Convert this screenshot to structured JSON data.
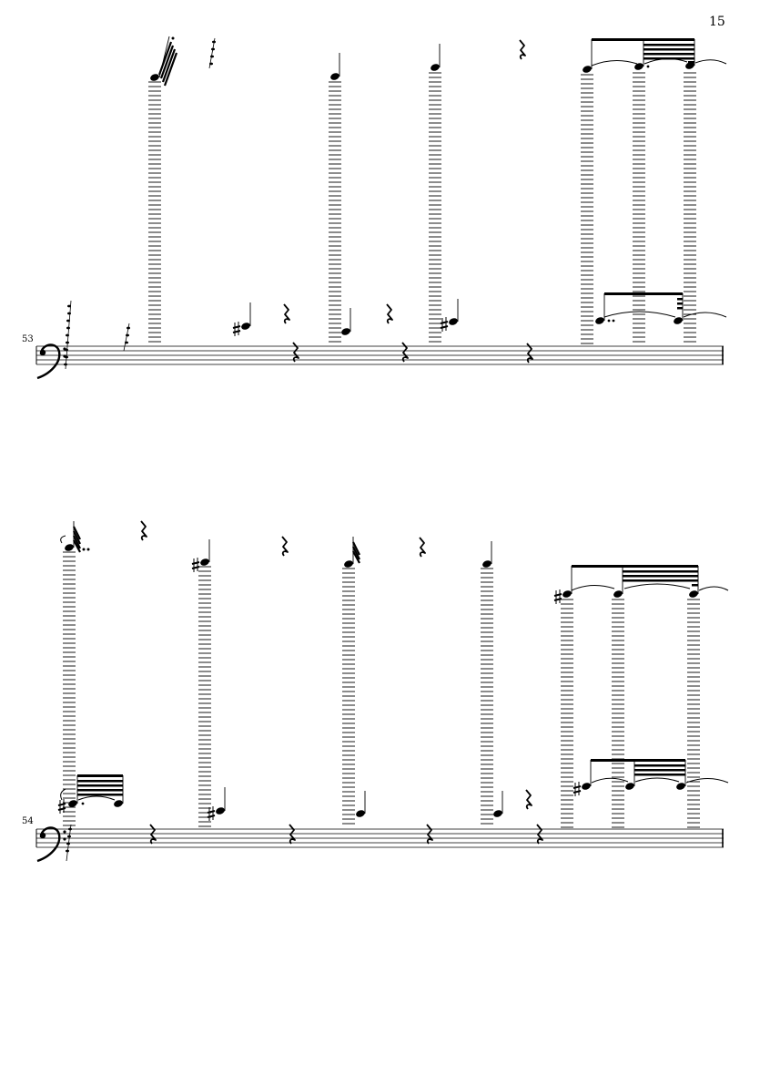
{
  "page": {
    "number": "15"
  },
  "systems": [
    {
      "measure_number": "53",
      "clef": "bass",
      "notes": [
        {
          "accidental": "",
          "dots": 1,
          "flags": 5
        },
        {
          "accidental": "",
          "dots": 0,
          "flags": 0
        },
        {
          "accidental": "",
          "dots": 0,
          "flags": 0
        },
        {
          "accidental": "sharp",
          "dots": 0,
          "flags": 0
        },
        {
          "accidental": "",
          "dots": 0,
          "flags": 0
        },
        {
          "accidental": "sharp",
          "dots": 0,
          "flags": 0
        },
        {
          "accidental": "",
          "dots": 1,
          "flags": 0
        },
        {
          "accidental": "",
          "dots": 2,
          "flags": 0
        },
        {
          "accidental": "",
          "dots": 0,
          "flags": 0
        }
      ],
      "rests": 9
    },
    {
      "measure_number": "54",
      "clef": "bass",
      "notes": [
        {
          "accidental": "",
          "dots": 2,
          "flags": 5
        },
        {
          "accidental": "sharp",
          "dots": 1,
          "flags": 0
        },
        {
          "accidental": "sharp",
          "dots": 0,
          "flags": 0
        },
        {
          "accidental": "",
          "dots": 0,
          "flags": 5
        },
        {
          "accidental": "",
          "dots": 0,
          "flags": 0
        },
        {
          "accidental": "sharp",
          "dots": 0,
          "flags": 0
        },
        {
          "accidental": "sharp",
          "dots": 0,
          "flags": 0
        }
      ],
      "rests": 8
    }
  ],
  "icons": {
    "clef": "bass-clef-icon",
    "rest": "quarter-rest-icon",
    "sharp": "sharp-icon"
  }
}
